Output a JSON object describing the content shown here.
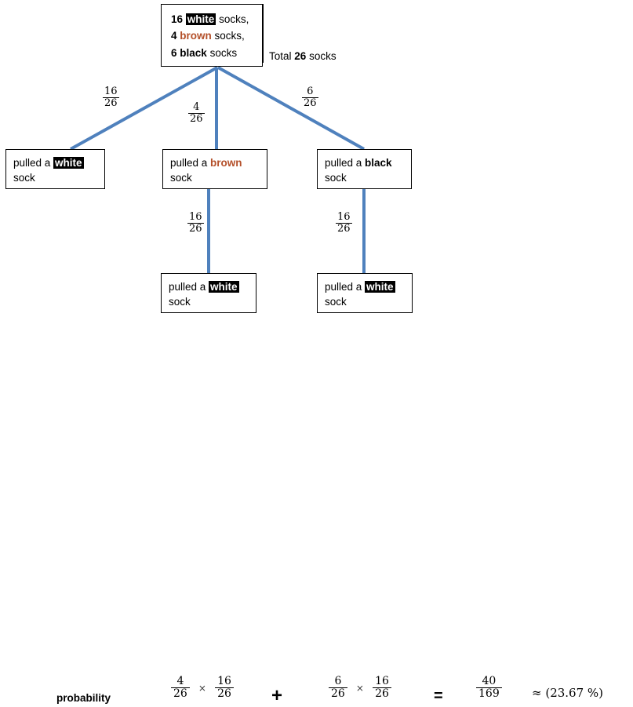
{
  "diagram": {
    "title": "sock probability tree",
    "accent_color": "#4f81bd",
    "brown_color": "#b4502a",
    "highlight_bg": "#000000",
    "highlight_fg": "#ffffff"
  },
  "root": {
    "line1_count": "16",
    "line1_word": "white",
    "line1_tail": " socks,",
    "line2_count": "4",
    "line2_word": "brown",
    "line2_tail": " socks,",
    "line3_count": "6",
    "line3_word": "black",
    "line3_tail": " socks",
    "total_prefix": "Total ",
    "total_count": "26",
    "total_suffix": " socks"
  },
  "level1": {
    "nodes": [
      {
        "prefix": "pulled a ",
        "word": "white",
        "second_line": "sock"
      },
      {
        "prefix": "pulled a ",
        "word": "brown",
        "second_line": "sock"
      },
      {
        "prefix": "pulled a ",
        "word": "black",
        "second_line": "sock"
      }
    ],
    "edge_labels": [
      {
        "numerator": "16",
        "denominator": "26"
      },
      {
        "numerator": "4",
        "denominator": "26"
      },
      {
        "numerator": "6",
        "denominator": "26"
      }
    ]
  },
  "level2": {
    "nodes": [
      {
        "prefix": "pulled a ",
        "word": "white",
        "second_line": "sock"
      },
      {
        "prefix": "pulled a ",
        "word": "white",
        "second_line": "sock"
      }
    ],
    "edge_labels": [
      {
        "numerator": "16",
        "denominator": "26"
      },
      {
        "numerator": "16",
        "denominator": "26"
      }
    ]
  },
  "equation": {
    "label": "probability",
    "term1": {
      "f1_num": "4",
      "f1_den": "26",
      "times": "×",
      "f2_num": "16",
      "f2_den": "26"
    },
    "plus": "+",
    "term2": {
      "f1_num": "6",
      "f1_den": "26",
      "times": "×",
      "f2_num": "16",
      "f2_den": "26"
    },
    "equals": "=",
    "result": {
      "numerator": "40",
      "denominator": "169"
    },
    "approx": "≈ (23.67 %)"
  },
  "chart_data": {
    "type": "diagram",
    "title": "Probability tree: drawing socks with replacement",
    "totals": {
      "white": 16,
      "brown": 4,
      "black": 6,
      "total": 26
    },
    "branches": [
      {
        "from": "root",
        "to": "pulled a white sock",
        "probability": "16/26"
      },
      {
        "from": "root",
        "to": "pulled a brown sock",
        "probability": "4/26"
      },
      {
        "from": "root",
        "to": "pulled a black sock",
        "probability": "6/26"
      },
      {
        "from": "pulled a brown sock",
        "to": "pulled a white sock",
        "probability": "16/26"
      },
      {
        "from": "pulled a black sock",
        "to": "pulled a white sock",
        "probability": "16/26"
      }
    ],
    "result_fraction": "40/169",
    "result_percent": 23.67
  }
}
